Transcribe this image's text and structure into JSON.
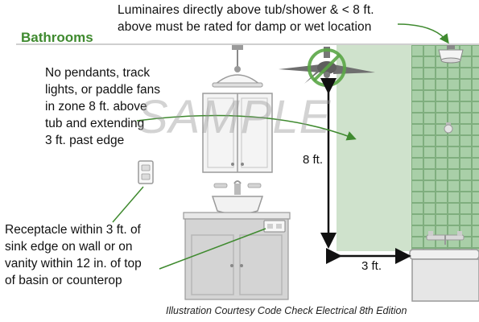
{
  "section_title": "Bathrooms",
  "top_note": {
    "lines": [
      "Luminaires directly above tub/shower & < 8 ft.",
      "above must be rated for damp or wet location"
    ]
  },
  "pendant_note": {
    "lines": [
      "No pendants, track",
      "lights, or paddle fans",
      "in zone 8 ft. above",
      "tub and extending",
      "3 ft. past edge"
    ]
  },
  "receptacle_note": {
    "lines": [
      "Receptacle within 3 ft. of",
      "sink edge on wall or on",
      "vanity within 12 in. of top",
      "of basin or counterop"
    ]
  },
  "dimensions": {
    "height": "8 ft.",
    "width": "3 ft."
  },
  "credit": "Illustration Courtesy Code Check Electrical 8th Edition",
  "watermark": "SAMPLE",
  "icons": [
    "pendant-light-icon",
    "ceiling-fan-icon",
    "prohibited-icon",
    "wet-location-light-icon",
    "showerhead-icon",
    "faucet-icon",
    "outlet-icon"
  ],
  "colors": {
    "title_green": "#3f8a2f",
    "tile_green": "#a9cfa8",
    "wall_green": "#cfe2cc",
    "callout_green": "#3f8a2f",
    "cabinet_gray": "#d4d4d4",
    "arrow_black": "#111111"
  }
}
